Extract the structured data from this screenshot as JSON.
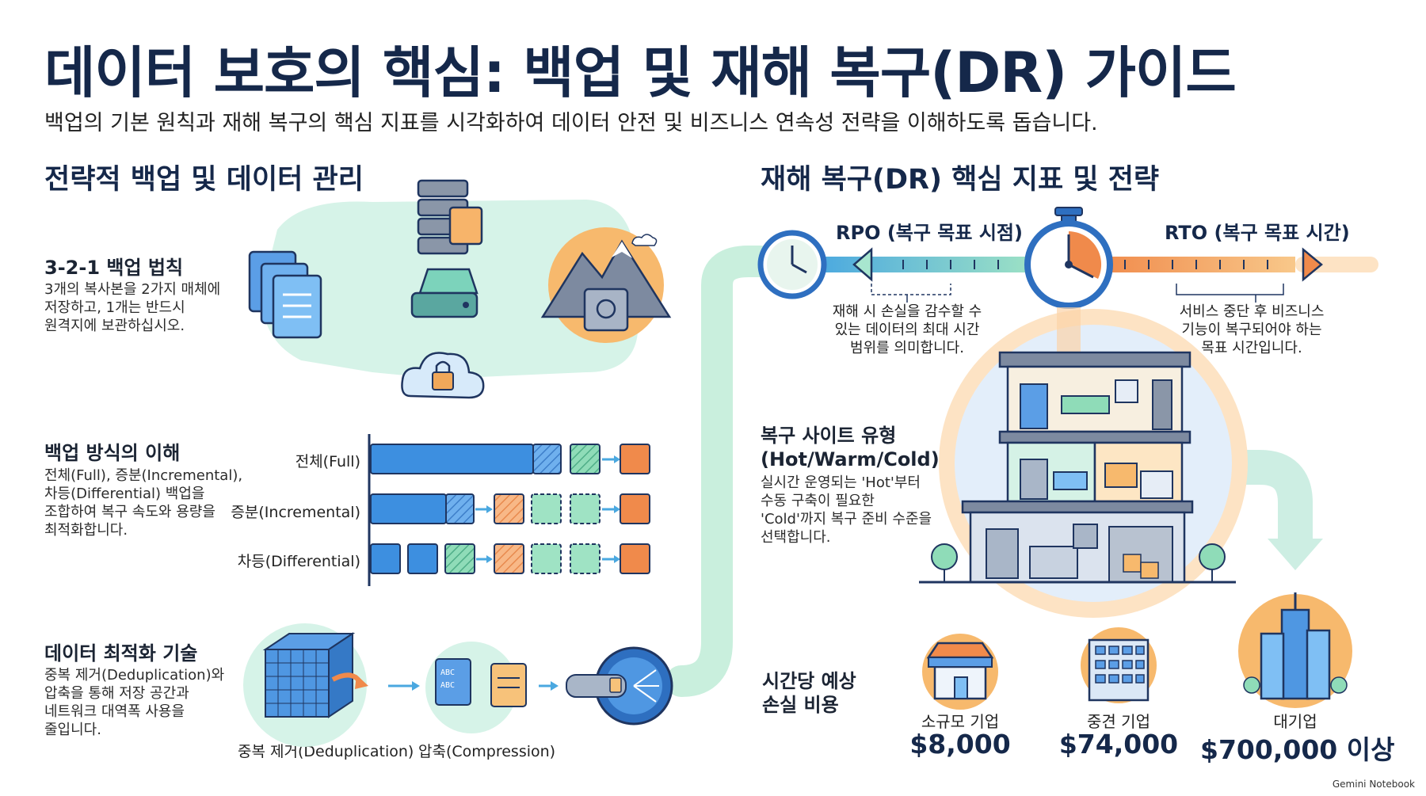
{
  "header": {
    "title": "데이터 보호의 핵심: 백업 및 재해 복구(DR) 가이드",
    "subtitle": "백업의 기본 원칙과 재해 복구의 핵심 지표를 시각화하여 데이터 안전 및 비즈니스 연속성 전략을 이해하도록 돕습니다."
  },
  "left": {
    "heading": "전략적 백업 및 데이터 관리",
    "rule321": {
      "title": "3-2-1 백업 법칙",
      "text": "3개의 복사본을 2가지 매체에\n저장하고, 1개는 반드시\n원격지에 보관하십시오."
    },
    "methods": {
      "title": "백업 방식의 이해",
      "text": "전체(Full), 증분(Incremental),\n차등(Differential) 백업을\n조합하여 복구 속도와 용량을\n최적화합니다.",
      "rows": [
        "전체(Full)",
        "증분(Incremental)",
        "차등(Differential)"
      ]
    },
    "optimization": {
      "title": "데이터 최적화 기술",
      "text": "중복 제거(Deduplication)와\n압축을 통해 저장 공간과\n네트워크 대역폭 사용을\n줄입니다.",
      "dedup_label": "중복 제거(Deduplication)",
      "compress_label": "압축(Compression)"
    }
  },
  "right": {
    "heading": "재해 복구(DR) 핵심 지표 및 전략",
    "rpo": {
      "title": "RPO (복구 목표 시점)",
      "desc": "재해 시 손실을 감수할 수\n있는 데이터의 최대 시간\n범위를 의미합니다."
    },
    "rto": {
      "title": "RTO (복구 목표 시간)",
      "desc": "서비스 중단 후 비즈니스\n기능이 복구되어야 하는\n목표 시간입니다."
    },
    "sites": {
      "title": "복구 사이트 유형\n(Hot/Warm/Cold)",
      "text": "실시간 운영되는 'Hot'부터\n수동 구축이 필요한\n'Cold'까지 복구 준비 수준을\n선택합니다."
    },
    "cost": {
      "title": "시간당 예상\n손실 비용",
      "tiers": [
        {
          "label": "소규모 기업",
          "value": "$8,000"
        },
        {
          "label": "중견 기업",
          "value": "$74,000"
        },
        {
          "label": "대기업",
          "value": "$700,000 이상"
        }
      ]
    }
  },
  "footer": "Gemini Notebook",
  "colors": {
    "navy": "#15284a",
    "blue": "#3d8fe0",
    "mint": "#a8e6cf",
    "orange": "#f08a4b",
    "peach": "#f7c27a"
  },
  "icons": [
    "document-stack-icon",
    "server-icon",
    "hard-drive-icon",
    "cloud-lock-icon",
    "mountain-vault-icon",
    "data-cube-icon",
    "compression-icon",
    "pipeline-icon",
    "clock-icon",
    "stopwatch-icon",
    "building-icon",
    "storefront-icon",
    "office-icon",
    "skyscraper-icon"
  ]
}
